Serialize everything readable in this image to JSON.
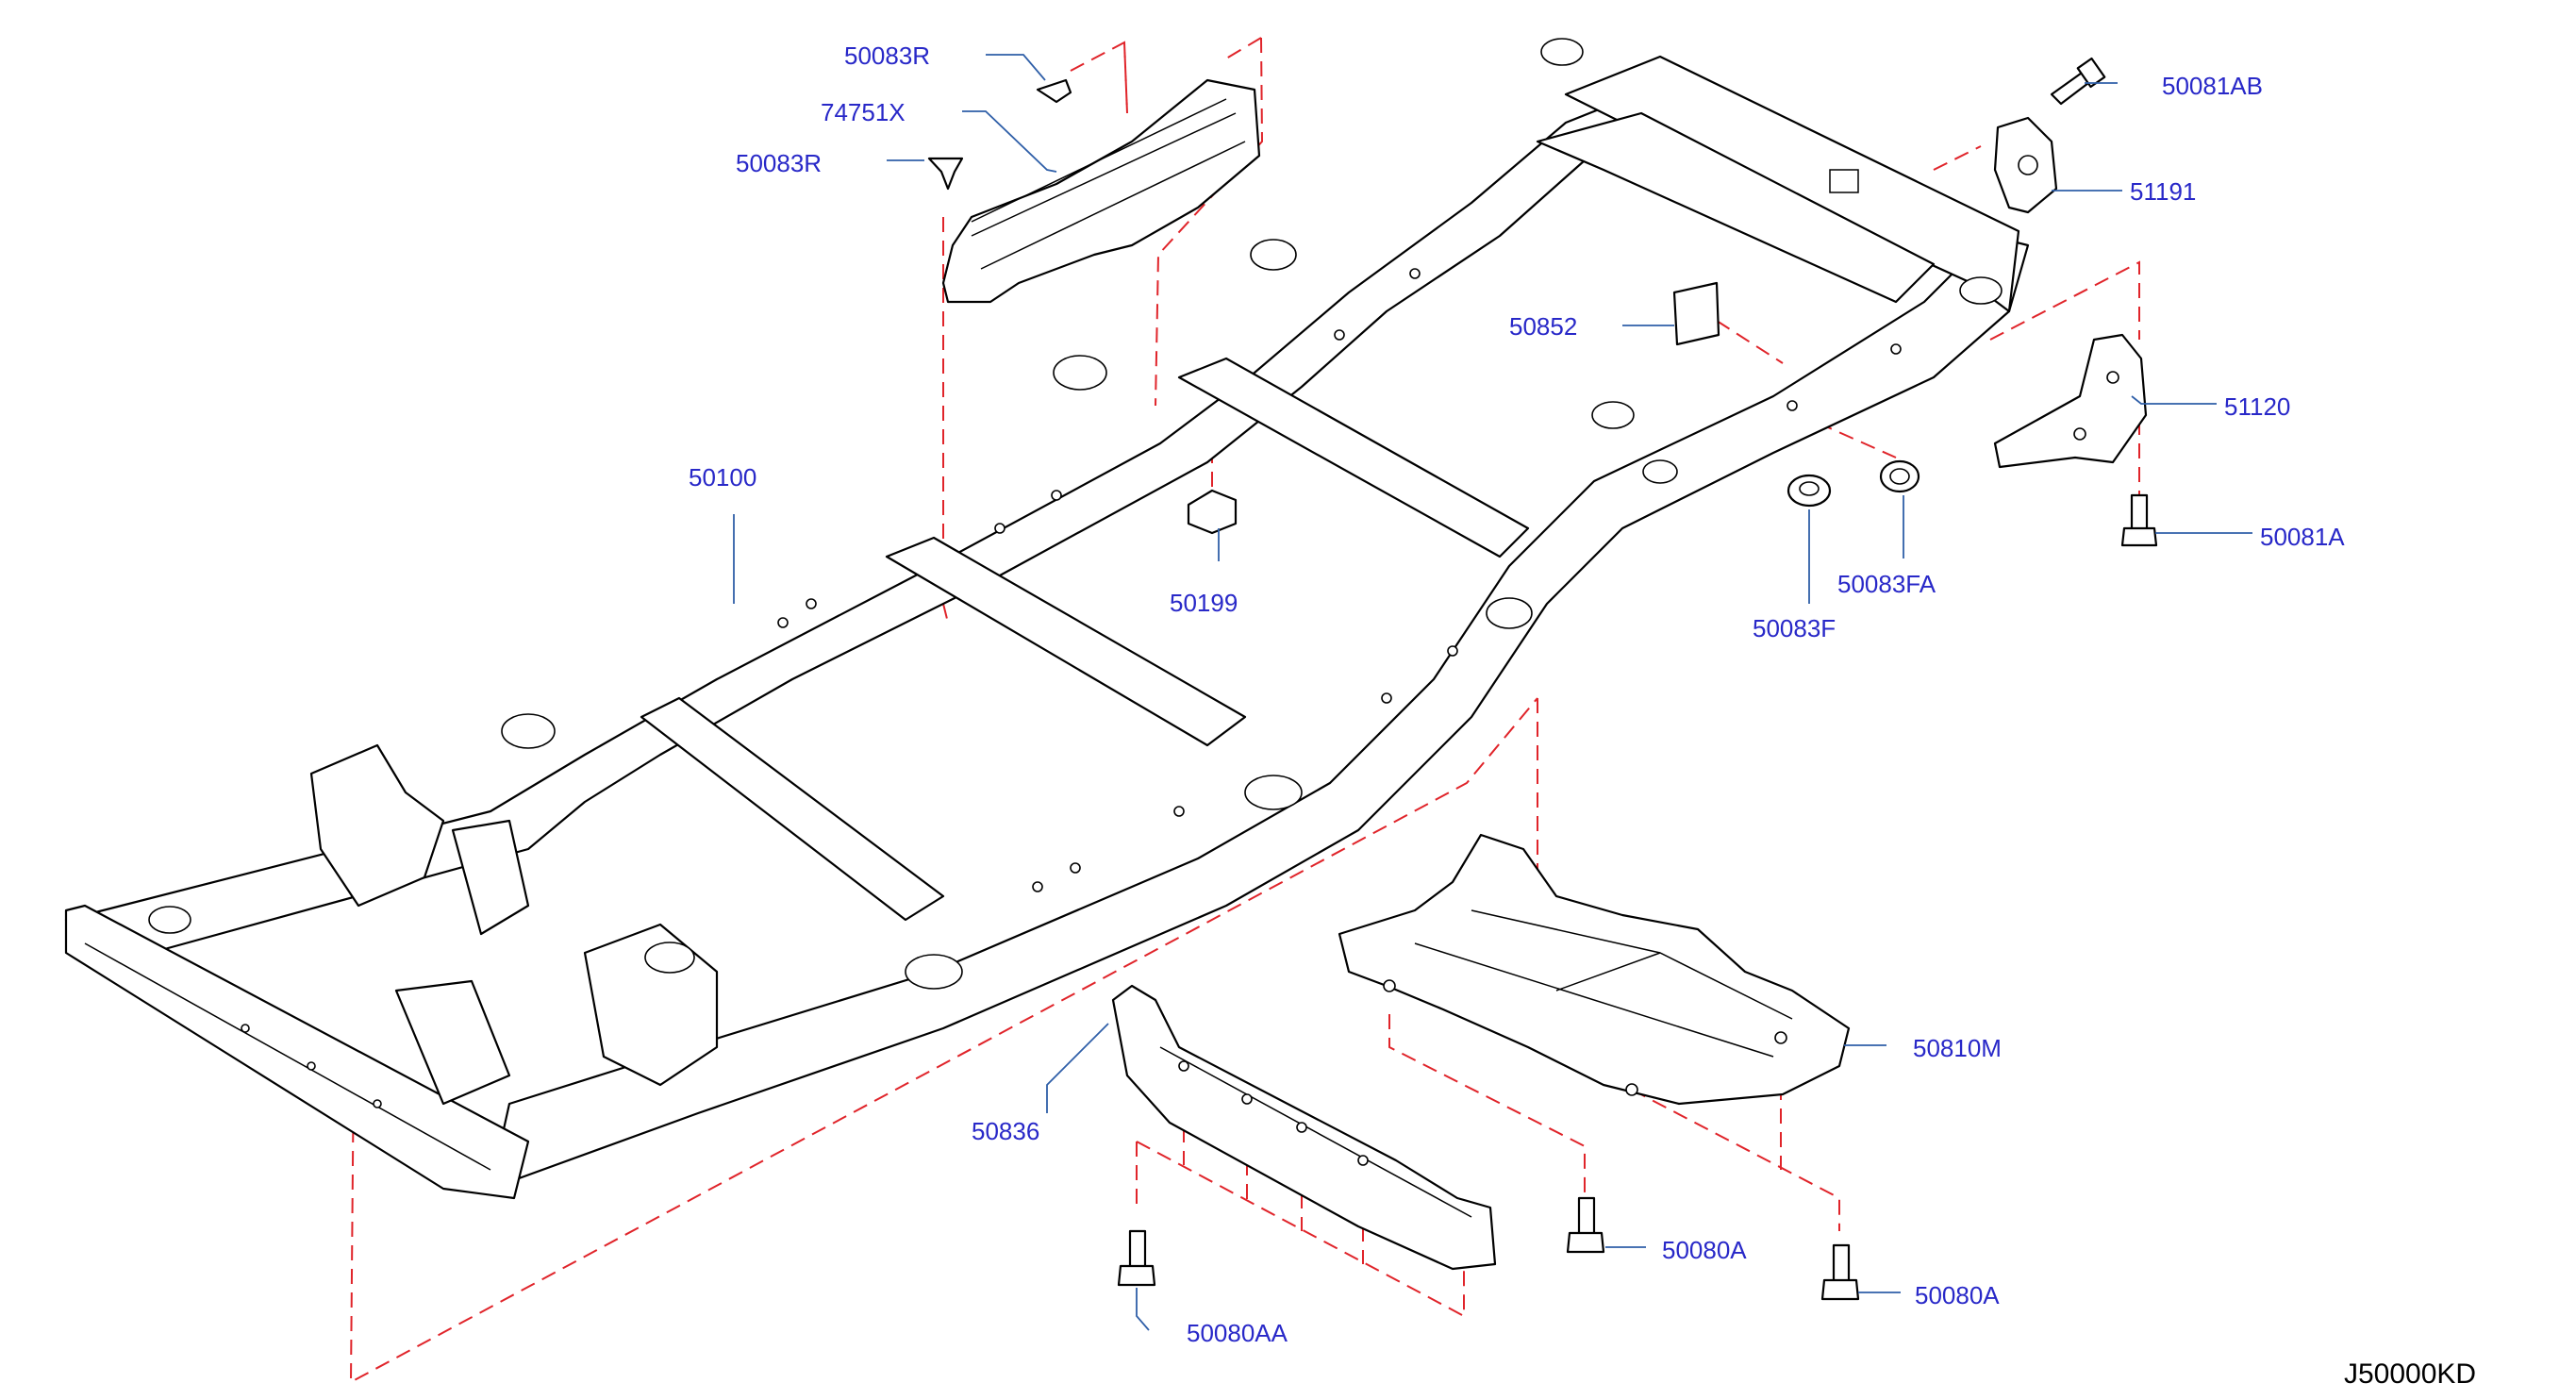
{
  "diagram_code": "J50000KD",
  "colors": {
    "label": "#2828c8",
    "leader": "#2f5fa8",
    "dashed_guide": "#e0242a",
    "outline": "#000000"
  },
  "parts": [
    {
      "id": "50083R-top",
      "number": "50083R"
    },
    {
      "id": "74751X",
      "number": "74751X"
    },
    {
      "id": "50083R-mid",
      "number": "50083R"
    },
    {
      "id": "50081AB",
      "number": "50081AB"
    },
    {
      "id": "51191",
      "number": "51191"
    },
    {
      "id": "50852",
      "number": "50852"
    },
    {
      "id": "51120",
      "number": "51120"
    },
    {
      "id": "50100",
      "number": "50100"
    },
    {
      "id": "50081A",
      "number": "50081A"
    },
    {
      "id": "50199",
      "number": "50199"
    },
    {
      "id": "50083FA",
      "number": "50083FA"
    },
    {
      "id": "50083F",
      "number": "50083F"
    },
    {
      "id": "50810M",
      "number": "50810M"
    },
    {
      "id": "50836",
      "number": "50836"
    },
    {
      "id": "50080A-left",
      "number": "50080A"
    },
    {
      "id": "50080A-right",
      "number": "50080A"
    },
    {
      "id": "50080AA",
      "number": "50080AA"
    }
  ]
}
